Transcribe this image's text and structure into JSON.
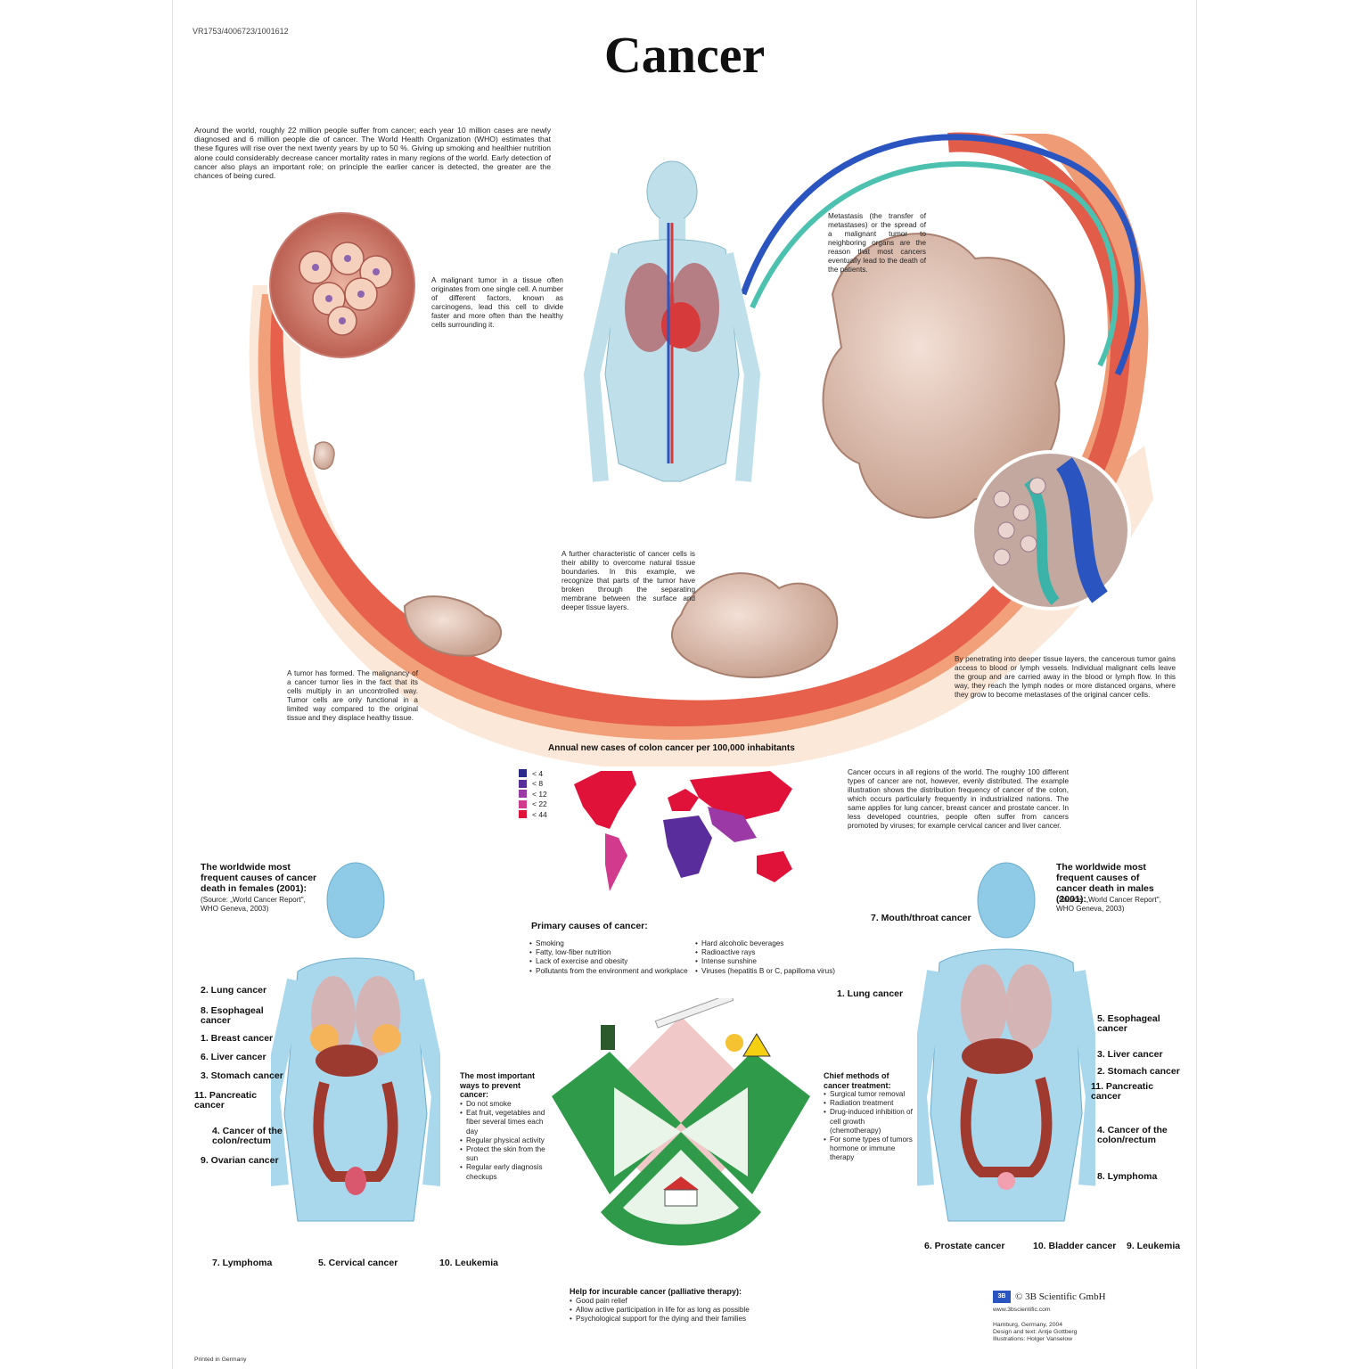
{
  "poster": {
    "code": "VR1753/4006723/1001612",
    "title": "Cancer",
    "intro": "Around the world, roughly 22 million people suffer from cancer; each year 10 million cases are newly diagnosed and 6 million people die of cancer. The World Health Organization (WHO) estimates that these figures will rise over the next twenty years by up to 50 %. Giving up smoking and healthier nutrition alone could considerably decrease cancer mortality rates in many regions of the world. Early detection of cancer also plays an important role; on principle the earlier cancer is detected, the greater are the chances of being cured.",
    "malignant_tumor": "A malignant tumor in a tissue often originates from one single cell. A number of different factors, known as carcinogens, lead this cell to divide faster and more often than the healthy cells surrounding it.",
    "metastasis": "Metastasis (the transfer of metastases) or the spread of a malignant tumor to neighboring organs are the reason that most cancers eventually lead to the death of the patients.",
    "further_char": "A further characteristic of cancer cells is their ability to overcome natural tissue boundaries. In this example, we recognize that parts of the tumor have broken through the separating membrane between the surface and deeper tissue layers.",
    "tumor_formed": "A tumor has formed. The malignancy of a cancer tumor lies in the fact that its cells multiply in an uncontrolled way. Tumor cells are only functional in a limited way compared to the original tissue and they displace healthy tissue.",
    "penetrating": "By penetrating into deeper tissue layers, the cancerous tumor gains access to blood or lymph vessels. Individual malignant cells leave the group and are carried away in the blood or lymph flow. In this way, they reach the lymph nodes or more distanced organs, where they grow to become metastases of the original cancer cells.",
    "map_title": "Annual new cases of colon cancer per 100,000 inhabitants",
    "map_legend": [
      {
        "label": "< 4",
        "color": "#2b2a8c"
      },
      {
        "label": "< 8",
        "color": "#5a2d9c"
      },
      {
        "label": "< 12",
        "color": "#9b3aa6"
      },
      {
        "label": "< 22",
        "color": "#d23a8e"
      },
      {
        "label": "< 44",
        "color": "#e0123a"
      }
    ],
    "distribution": "Cancer occurs in all regions of the world. The roughly 100 different types of cancer are not, however, evenly distributed. The example illustration shows the distribution frequency of cancer of the colon, which occurs particularly frequently in industrialized nations. The same applies for lung cancer, breast cancer and prostate cancer. In less developed countries, people often suffer from cancers promoted by viruses; for example cervical cancer and liver cancer.",
    "females_title": "The worldwide most frequent causes of cancer death in females (2001):",
    "females_source": "(Source: „World Cancer Report\", WHO Geneva, 2003)",
    "males_title": "The worldwide most frequent causes of cancer death in males (2001):",
    "males_source": "(Source: „World Cancer Report\", WHO Geneva, 2003)",
    "female_labels": [
      "2. Lung cancer",
      "8. Esophageal cancer",
      "1. Breast cancer",
      "6. Liver cancer",
      "3. Stomach cancer",
      "11. Pancreatic cancer",
      "4. Cancer of the colon/rectum",
      "9. Ovarian cancer",
      "7. Lymphoma",
      "5. Cervical cancer",
      "10. Leukemia"
    ],
    "male_labels": [
      "7. Mouth/throat cancer",
      "1. Lung cancer",
      "5. Esophageal cancer",
      "3. Liver cancer",
      "2. Stomach cancer",
      "11. Pancreatic cancer",
      "4. Cancer of the colon/rectum",
      "8. Lymphoma",
      "6. Prostate cancer",
      "10. Bladder cancer",
      "9. Leukemia"
    ],
    "primary_title": "Primary causes of cancer:",
    "primary_left": [
      "Smoking",
      "Fatty, low-fiber nutrition",
      "Lack of exercise and obesity",
      "Pollutants from the environment and workplace"
    ],
    "primary_right": [
      "Hard alcoholic beverages",
      "Radioactive rays",
      "Intense sunshine",
      "Viruses (hepatitis B or C, papilloma virus)"
    ],
    "prevent_title": "The most important ways to prevent cancer:",
    "prevent_items": [
      "Do not smoke",
      "Eat fruit, vegetables and fiber several times each day",
      "Regular physical activity",
      "Protect the skin from the sun",
      "Regular early diagnosis checkups"
    ],
    "treat_title": "Chief methods of cancer treatment:",
    "treat_items": [
      "Surgical tumor removal",
      "Radiation treatment",
      "Drug-induced inhibition of cell growth (chemotherapy)",
      "For some types of tumors hormone or immune therapy"
    ],
    "palliative_title": "Help for incurable cancer (palliative therapy):",
    "palliative_items": [
      "Good pain relief",
      "Allow active participation in life for as long as possible",
      "Psychological support for the dying and their families"
    ],
    "printed": "Printed in Germany",
    "brand": "© 3B Scientific GmbH",
    "brand_url": "www.3bscientific.com",
    "credits": [
      "Hamburg, Germany, 2004",
      "Design and text: Antje Gottberg",
      "Illustrations: Holger Vanselow"
    ]
  }
}
